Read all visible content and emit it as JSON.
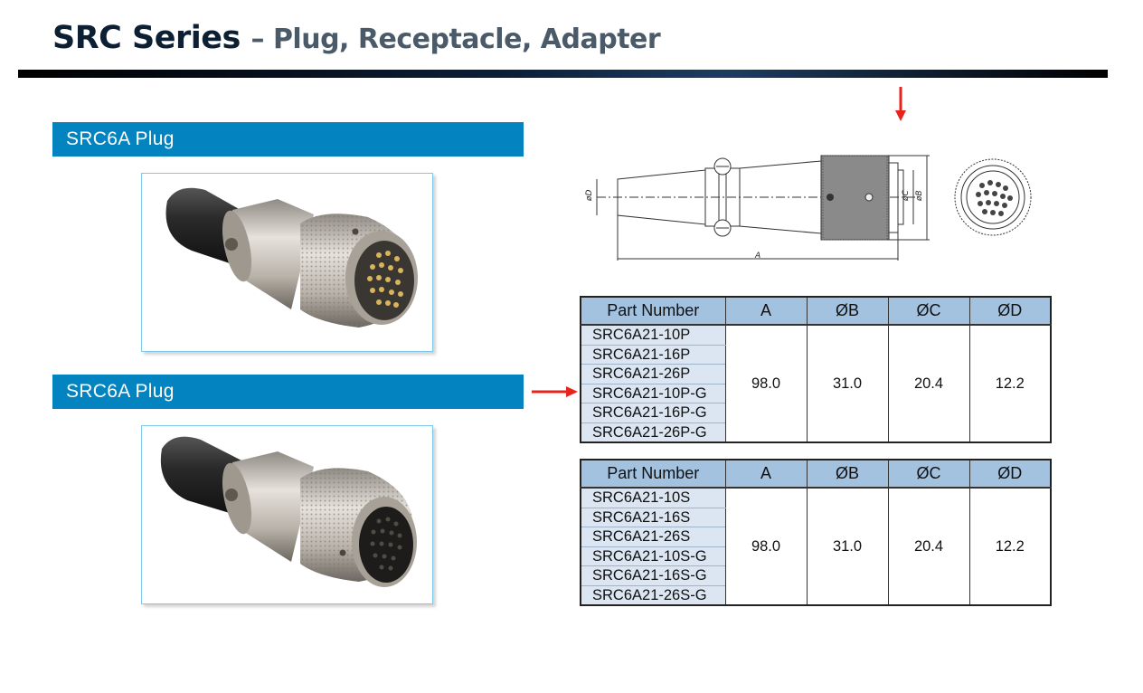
{
  "header": {
    "title": "SRC Series",
    "subtitle": "– Plug, Receptacle, Adapter"
  },
  "sections": [
    {
      "label": "SRC6A Plug"
    },
    {
      "label": "SRC6A Plug"
    }
  ],
  "drawing": {
    "dimension_labels": {
      "a": "A",
      "b": "øB",
      "c": "øC",
      "d": "øD"
    }
  },
  "tables": [
    {
      "headers": [
        "Part Number",
        "A",
        "ØB",
        "ØC",
        "ØD"
      ],
      "part_numbers": [
        "SRC6A21-10P",
        "SRC6A21-16P",
        "SRC6A21-26P",
        "SRC6A21-10P-G",
        "SRC6A21-16P-G",
        "SRC6A21-26P-G"
      ],
      "values": [
        "98.0",
        "31.0",
        "20.4",
        "12.2"
      ]
    },
    {
      "headers": [
        "Part Number",
        "A",
        "ØB",
        "ØC",
        "ØD"
      ],
      "part_numbers": [
        "SRC6A21-10S",
        "SRC6A21-16S",
        "SRC6A21-26S",
        "SRC6A21-10S-G",
        "SRC6A21-16S-G",
        "SRC6A21-26S-G"
      ],
      "values": [
        "98.0",
        "31.0",
        "20.4",
        "12.2"
      ]
    }
  ],
  "colors": {
    "accent_blue": "#0384c0",
    "table_header": "#a3c2e0",
    "table_cell": "#dbe6f2",
    "annotation_arrow": "#e8231c"
  }
}
